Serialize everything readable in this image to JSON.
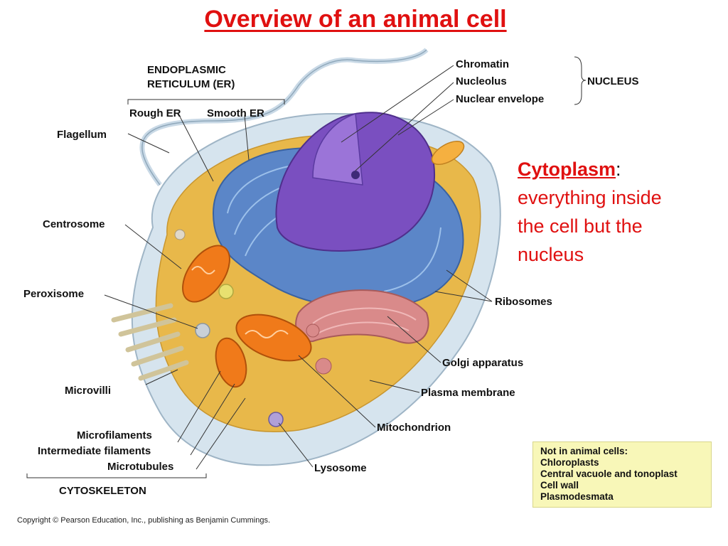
{
  "title": "Overview of an animal cell",
  "labels": {
    "er_heading_1": "ENDOPLASMIC",
    "er_heading_2": "RETICULUM (ER)",
    "rough_er": "Rough ER",
    "smooth_er": "Smooth ER",
    "flagellum": "Flagellum",
    "centrosome": "Centrosome",
    "peroxisome": "Peroxisome",
    "microvilli": "Microvilli",
    "microfilaments": "Microfilaments",
    "intermediate_filaments": "Intermediate filaments",
    "microtubules": "Microtubules",
    "cytoskeleton": "CYTOSKELETON",
    "chromatin": "Chromatin",
    "nucleolus": "Nucleolus",
    "nuclear_envelope": "Nuclear envelope",
    "nucleus": "NUCLEUS",
    "ribosomes": "Ribosomes",
    "golgi": "Golgi apparatus",
    "plasma_membrane": "Plasma membrane",
    "mitochondrion": "Mitochondrion",
    "lysosome": "Lysosome"
  },
  "cytoplasm": {
    "term": "Cytoplasm",
    "colon": ":",
    "line1": "everything inside",
    "line2": "the cell but the",
    "line3": "nucleus"
  },
  "note": {
    "heading": "Not in animal cells:",
    "items": [
      "Chloroplasts",
      "Central vacuole and tonoplast",
      "Cell wall",
      "Plasmodesmata"
    ]
  },
  "copyright": "Copyright © Pearson Education, Inc., publishing as Benjamin Cummings.",
  "colors": {
    "title": "#e01010",
    "note_bg": "#f8f7b8",
    "cytoplasm": "#e8b84a",
    "nucleus": "#7a4fc0",
    "er": "#5b86c8",
    "golgi": "#d98a8a",
    "mitochondria": "#f07a1a",
    "membrane": "#d6e4ee"
  }
}
